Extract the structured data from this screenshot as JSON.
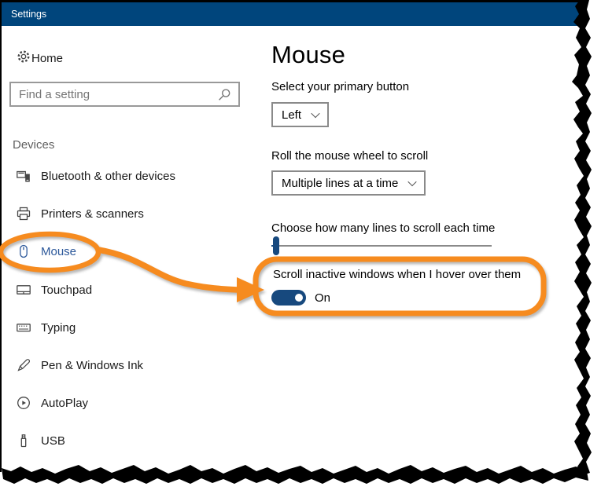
{
  "window": {
    "title": "Settings"
  },
  "sidebar": {
    "home_label": "Home",
    "search_placeholder": "Find a setting",
    "section_header": "Devices",
    "items": [
      {
        "label": "Bluetooth & other devices",
        "icon": "bluetooth-devices-icon",
        "selected": false
      },
      {
        "label": "Printers & scanners",
        "icon": "printer-icon",
        "selected": false
      },
      {
        "label": "Mouse",
        "icon": "mouse-icon",
        "selected": true
      },
      {
        "label": "Touchpad",
        "icon": "touchpad-icon",
        "selected": false
      },
      {
        "label": "Typing",
        "icon": "keyboard-icon",
        "selected": false
      },
      {
        "label": "Pen & Windows Ink",
        "icon": "pen-icon",
        "selected": false
      },
      {
        "label": "AutoPlay",
        "icon": "autoplay-icon",
        "selected": false
      },
      {
        "label": "USB",
        "icon": "usb-icon",
        "selected": false
      }
    ]
  },
  "main": {
    "title": "Mouse",
    "primary_button_label": "Select your primary button",
    "primary_button_value": "Left",
    "wheel_label": "Roll the mouse wheel to scroll",
    "wheel_value": "Multiple lines at a time",
    "scroll_lines_label": "Choose how many lines to scroll each time",
    "slider_position_percent": 2,
    "inactive_scroll_label": "Scroll inactive windows when I hover over them",
    "inactive_scroll_state": "On",
    "inactive_scroll_enabled": true
  },
  "annotation": {
    "color": "#F68B1F",
    "highlights": [
      "mouse-nav-item",
      "inactive-scroll-setting"
    ]
  },
  "colors": {
    "titlebar": "#00457C",
    "accent": "#17497E",
    "selected_text": "#2B579A",
    "border_gray": "#8a8a8a"
  }
}
